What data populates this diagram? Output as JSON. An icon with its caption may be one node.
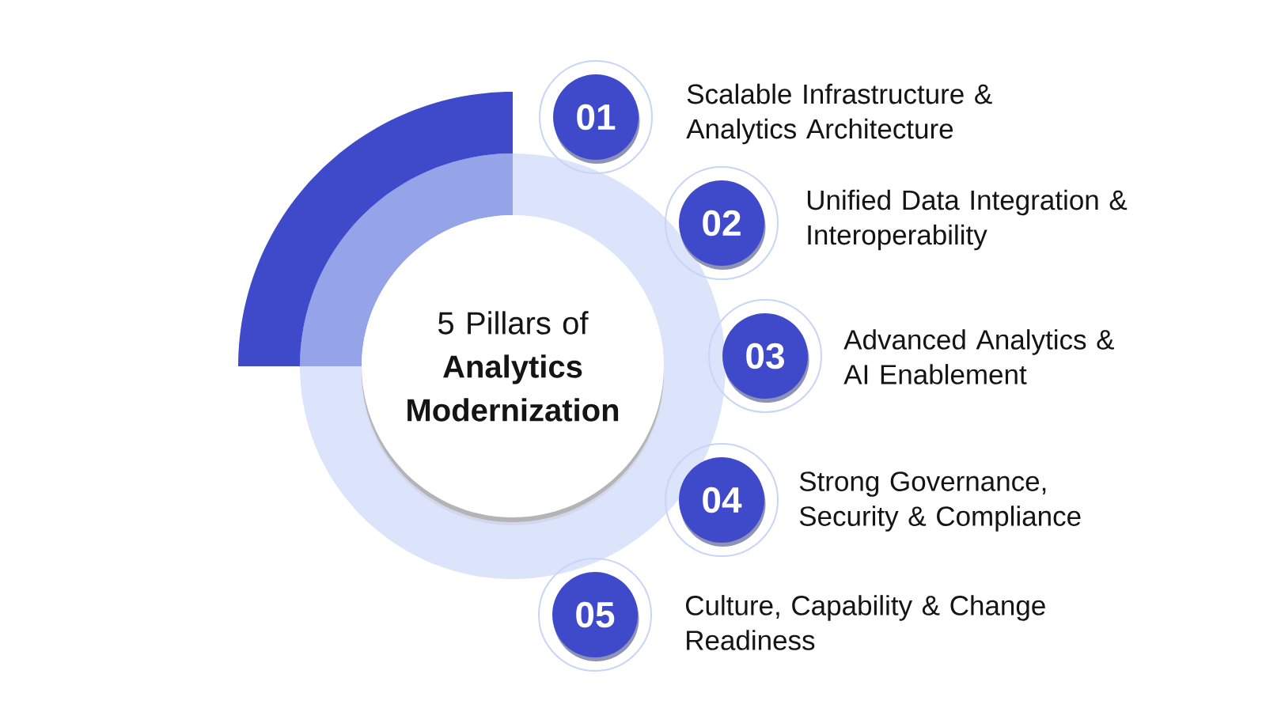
{
  "diagram": {
    "nodes": [
      {
        "text": [
          "5 Pillars of **Analytics Modernization**"
        ]
      },
      {
        "text": [
          "01"
        ],
        "beside": [
          "Scalable Infrastructure & Analytics Architecture"
        ]
      },
      {
        "text": [
          "02"
        ],
        "beside": [
          "Unified Data Integration & Interoperability"
        ]
      },
      {
        "text": [
          "03"
        ],
        "beside": [
          "Advanced Analytics & AI Enablement"
        ]
      },
      {
        "text": [
          "04"
        ],
        "beside": [
          "Strong Governance, Security & Compliance"
        ]
      },
      {
        "text": [
          "05"
        ],
        "beside": [
          "Culture, Capability & Change Readiness"
        ]
      }
    ]
  }
}
